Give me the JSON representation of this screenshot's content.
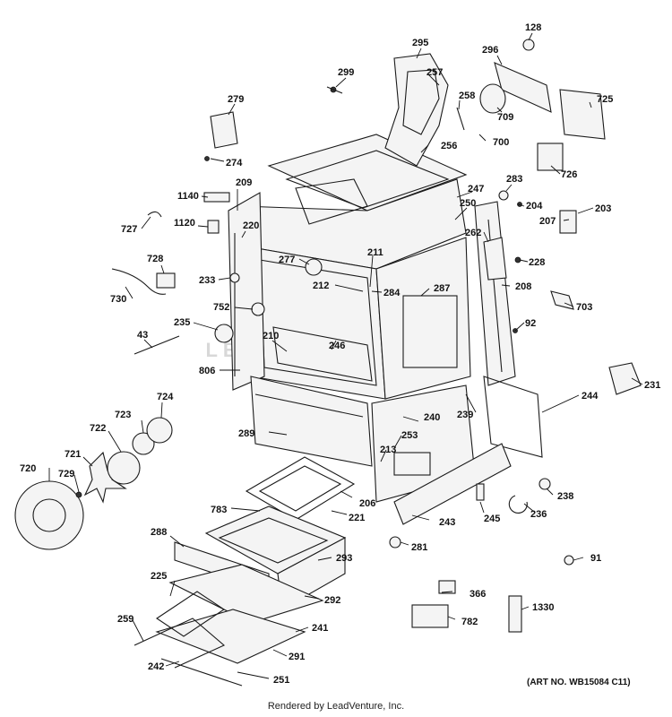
{
  "watermark": "LEADVENTURE",
  "art_number": "(ART NO. WB15084 C11)",
  "footer": "Rendered by LeadVenture, Inc.",
  "callouts": [
    {
      "id": "128",
      "label": "128"
    },
    {
      "id": "295",
      "label": "295"
    },
    {
      "id": "296",
      "label": "296"
    },
    {
      "id": "299",
      "label": "299"
    },
    {
      "id": "257",
      "label": "257"
    },
    {
      "id": "279",
      "label": "279"
    },
    {
      "id": "258",
      "label": "258"
    },
    {
      "id": "725",
      "label": "725"
    },
    {
      "id": "709",
      "label": "709"
    },
    {
      "id": "700",
      "label": "700"
    },
    {
      "id": "256",
      "label": "256"
    },
    {
      "id": "274",
      "label": "274"
    },
    {
      "id": "726",
      "label": "726"
    },
    {
      "id": "283",
      "label": "283"
    },
    {
      "id": "247",
      "label": "247"
    },
    {
      "id": "209",
      "label": "209"
    },
    {
      "id": "1140",
      "label": "1140"
    },
    {
      "id": "204",
      "label": "204"
    },
    {
      "id": "250",
      "label": "250"
    },
    {
      "id": "203",
      "label": "203"
    },
    {
      "id": "220",
      "label": "220"
    },
    {
      "id": "207",
      "label": "207"
    },
    {
      "id": "1120",
      "label": "1120"
    },
    {
      "id": "727",
      "label": "727"
    },
    {
      "id": "262",
      "label": "262"
    },
    {
      "id": "211",
      "label": "211"
    },
    {
      "id": "728",
      "label": "728"
    },
    {
      "id": "277",
      "label": "277"
    },
    {
      "id": "228",
      "label": "228"
    },
    {
      "id": "233",
      "label": "233"
    },
    {
      "id": "212",
      "label": "212"
    },
    {
      "id": "208",
      "label": "208"
    },
    {
      "id": "284",
      "label": "284"
    },
    {
      "id": "287",
      "label": "287"
    },
    {
      "id": "730",
      "label": "730"
    },
    {
      "id": "703",
      "label": "703"
    },
    {
      "id": "752",
      "label": "752"
    },
    {
      "id": "92",
      "label": "92"
    },
    {
      "id": "235",
      "label": "235"
    },
    {
      "id": "210",
      "label": "210"
    },
    {
      "id": "43",
      "label": "43"
    },
    {
      "id": "246",
      "label": "246"
    },
    {
      "id": "806",
      "label": "806"
    },
    {
      "id": "231",
      "label": "231"
    },
    {
      "id": "724",
      "label": "724"
    },
    {
      "id": "244",
      "label": "244"
    },
    {
      "id": "239",
      "label": "239"
    },
    {
      "id": "723",
      "label": "723"
    },
    {
      "id": "240",
      "label": "240"
    },
    {
      "id": "289",
      "label": "289"
    },
    {
      "id": "722",
      "label": "722"
    },
    {
      "id": "253",
      "label": "253"
    },
    {
      "id": "213",
      "label": "213"
    },
    {
      "id": "721",
      "label": "721"
    },
    {
      "id": "720",
      "label": "720"
    },
    {
      "id": "729",
      "label": "729"
    },
    {
      "id": "238",
      "label": "238"
    },
    {
      "id": "206",
      "label": "206"
    },
    {
      "id": "236",
      "label": "236"
    },
    {
      "id": "245",
      "label": "245"
    },
    {
      "id": "783",
      "label": "783"
    },
    {
      "id": "221",
      "label": "221"
    },
    {
      "id": "243",
      "label": "243"
    },
    {
      "id": "288",
      "label": "288"
    },
    {
      "id": "281",
      "label": "281"
    },
    {
      "id": "293",
      "label": "293"
    },
    {
      "id": "91",
      "label": "91"
    },
    {
      "id": "225",
      "label": "225"
    },
    {
      "id": "292",
      "label": "292"
    },
    {
      "id": "366",
      "label": "366"
    },
    {
      "id": "1330",
      "label": "1330"
    },
    {
      "id": "259",
      "label": "259"
    },
    {
      "id": "241",
      "label": "241"
    },
    {
      "id": "782",
      "label": "782"
    },
    {
      "id": "291",
      "label": "291"
    },
    {
      "id": "242",
      "label": "242"
    },
    {
      "id": "251",
      "label": "251"
    }
  ]
}
